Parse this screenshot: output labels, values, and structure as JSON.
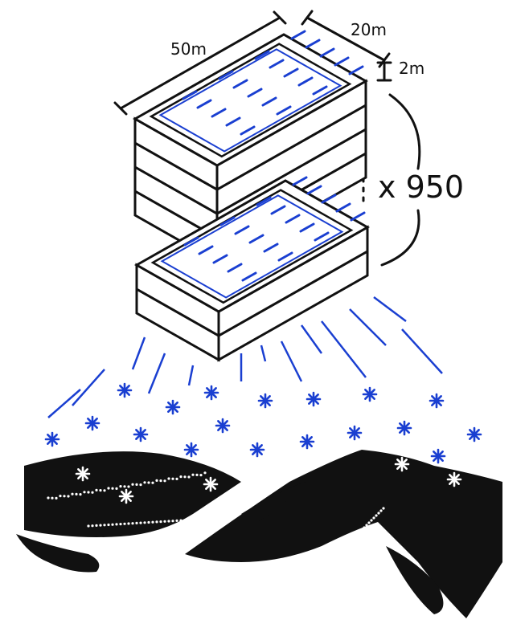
{
  "labels": {
    "length": "50m",
    "width": "20m",
    "depth": "2m",
    "multiplier": "x 950"
  },
  "colors": {
    "water": "#1a3fd1",
    "ink": "#111111",
    "background": "#ffffff"
  },
  "icons": [
    "pool-icon",
    "rain-line-icon",
    "snowflake-icon",
    "mountain-icon"
  ]
}
